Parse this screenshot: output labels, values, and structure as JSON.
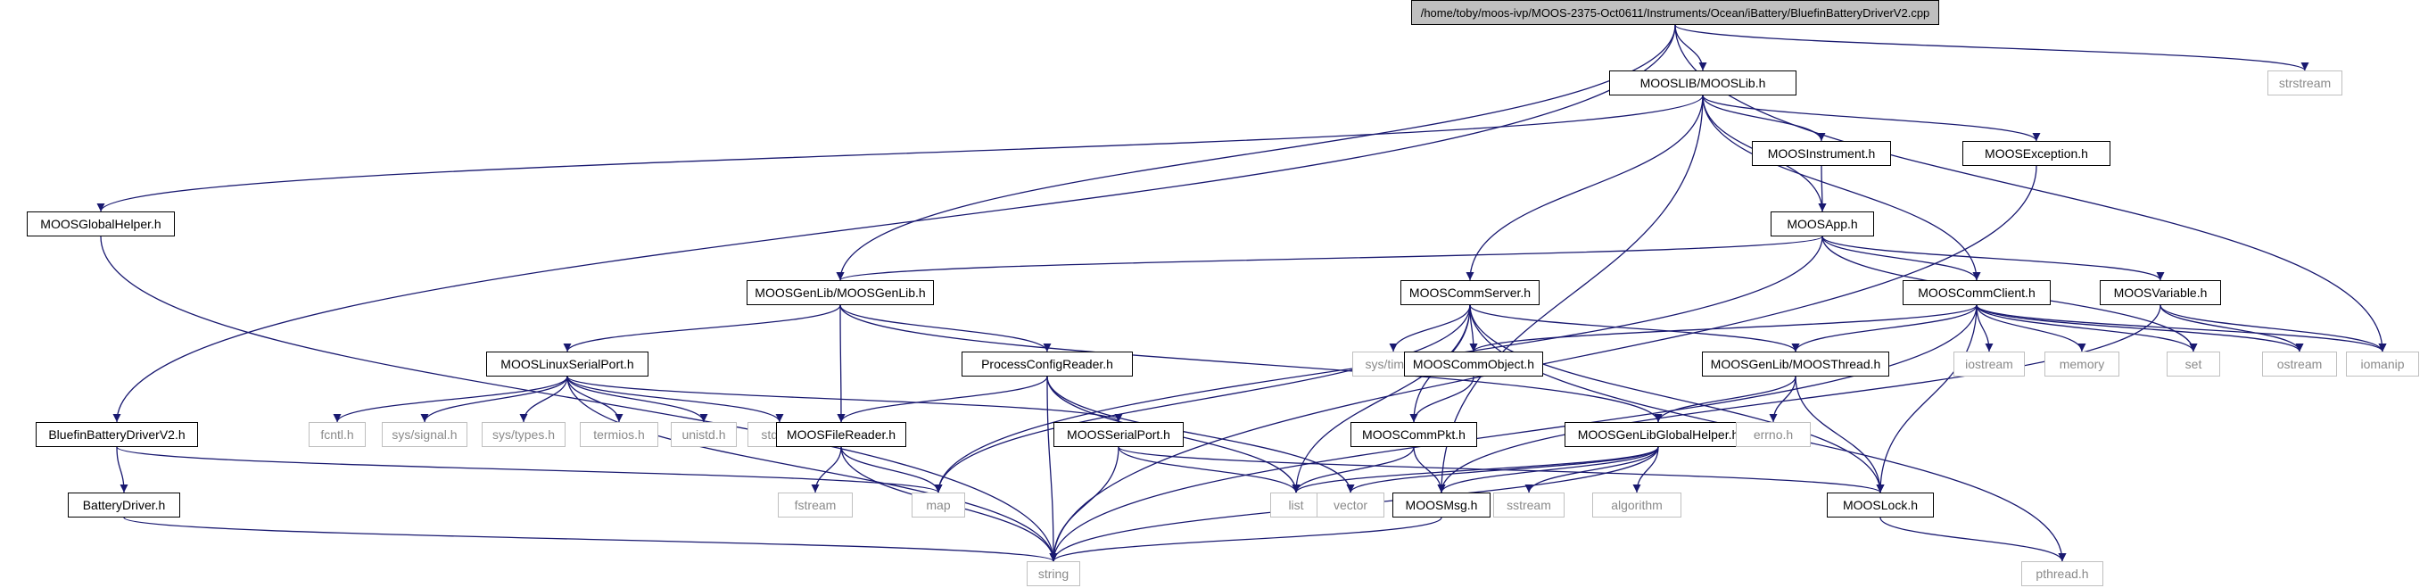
{
  "diagram": {
    "edge_color": "#191970",
    "project_border_color": "#000000",
    "system_border_color": "#bfbfbf",
    "system_text_color": "#8a8a8a",
    "root_fill_color": "#bfbfbf",
    "nodes": [
      {
        "id": "root",
        "label": "/home/toby/moos-ivp/MOOS-2375-Oct0611/Instruments/Ocean/iBattery/BluefinBatteryDriverV2.cpp",
        "kind": "root"
      },
      {
        "id": "mooslib",
        "label": "MOOSLIB/MOOSLib.h",
        "kind": "project"
      },
      {
        "id": "strstream",
        "label": "strstream",
        "kind": "system"
      },
      {
        "id": "moosinstrument",
        "label": "MOOSInstrument.h",
        "kind": "project"
      },
      {
        "id": "moosexception",
        "label": "MOOSException.h",
        "kind": "project"
      },
      {
        "id": "moosglobalhelper",
        "label": "MOOSGlobalHelper.h",
        "kind": "project"
      },
      {
        "id": "moosapp",
        "label": "MOOSApp.h",
        "kind": "project"
      },
      {
        "id": "moosgenlib",
        "label": "MOOSGenLib/MOOSGenLib.h",
        "kind": "project"
      },
      {
        "id": "mooscommserver",
        "label": "MOOSCommServer.h",
        "kind": "project"
      },
      {
        "id": "mooscommclient",
        "label": "MOOSCommClient.h",
        "kind": "project"
      },
      {
        "id": "moosvariable",
        "label": "MOOSVariable.h",
        "kind": "project"
      },
      {
        "id": "mooslinuxserial",
        "label": "MOOSLinuxSerialPort.h",
        "kind": "project"
      },
      {
        "id": "processconfig",
        "label": "ProcessConfigReader.h",
        "kind": "project"
      },
      {
        "id": "systime",
        "label": "sys/time.h",
        "kind": "system"
      },
      {
        "id": "mooscommobject",
        "label": "MOOSCommObject.h",
        "kind": "project"
      },
      {
        "id": "moosthread",
        "label": "MOOSGenLib/MOOSThread.h",
        "kind": "project"
      },
      {
        "id": "iostream",
        "label": "iostream",
        "kind": "system"
      },
      {
        "id": "memory",
        "label": "memory",
        "kind": "system"
      },
      {
        "id": "set",
        "label": "set",
        "kind": "system"
      },
      {
        "id": "ostream",
        "label": "ostream",
        "kind": "system"
      },
      {
        "id": "iomanip",
        "label": "iomanip",
        "kind": "system"
      },
      {
        "id": "bluefinh",
        "label": "BluefinBatteryDriverV2.h",
        "kind": "project"
      },
      {
        "id": "fcntl",
        "label": "fcntl.h",
        "kind": "system"
      },
      {
        "id": "syssignal",
        "label": "sys/signal.h",
        "kind": "system"
      },
      {
        "id": "systypes",
        "label": "sys/types.h",
        "kind": "system"
      },
      {
        "id": "termios",
        "label": "termios.h",
        "kind": "system"
      },
      {
        "id": "unistd",
        "label": "unistd.h",
        "kind": "system"
      },
      {
        "id": "stdio",
        "label": "stdio.h",
        "kind": "system"
      },
      {
        "id": "moosfilereader",
        "label": "MOOSFileReader.h",
        "kind": "project"
      },
      {
        "id": "moosserialport",
        "label": "MOOSSerialPort.h",
        "kind": "project"
      },
      {
        "id": "mooscommpkt",
        "label": "MOOSCommPkt.h",
        "kind": "project"
      },
      {
        "id": "moosgenlibglobal",
        "label": "MOOSGenLibGlobalHelper.h",
        "kind": "project"
      },
      {
        "id": "errno",
        "label": "errno.h",
        "kind": "system"
      },
      {
        "id": "batterydriver",
        "label": "BatteryDriver.h",
        "kind": "project"
      },
      {
        "id": "fstream",
        "label": "fstream",
        "kind": "system"
      },
      {
        "id": "map",
        "label": "map",
        "kind": "system"
      },
      {
        "id": "list",
        "label": "list",
        "kind": "system"
      },
      {
        "id": "vector",
        "label": "vector",
        "kind": "system"
      },
      {
        "id": "moosmsg",
        "label": "MOOSMsg.h",
        "kind": "project"
      },
      {
        "id": "sstream",
        "label": "sstream",
        "kind": "system"
      },
      {
        "id": "algorithm",
        "label": "algorithm",
        "kind": "system"
      },
      {
        "id": "mooslock",
        "label": "MOOSLock.h",
        "kind": "project"
      },
      {
        "id": "string",
        "label": "string",
        "kind": "system"
      },
      {
        "id": "pthread",
        "label": "pthread.h",
        "kind": "system"
      }
    ],
    "edges": [
      [
        "root",
        "mooslib"
      ],
      [
        "root",
        "strstream"
      ],
      [
        "root",
        "iomanip"
      ],
      [
        "root",
        "moosgenlib"
      ],
      [
        "root",
        "bluefinh"
      ],
      [
        "mooslib",
        "moosinstrument"
      ],
      [
        "mooslib",
        "moosexception"
      ],
      [
        "mooslib",
        "moosglobalhelper"
      ],
      [
        "mooslib",
        "moosapp"
      ],
      [
        "mooslib",
        "mooscommserver"
      ],
      [
        "mooslib",
        "mooscommclient"
      ],
      [
        "mooslib",
        "moosmsg"
      ],
      [
        "moosinstrument",
        "moosapp"
      ],
      [
        "moosexception",
        "string"
      ],
      [
        "moosglobalhelper",
        "string"
      ],
      [
        "moosapp",
        "moosgenlib"
      ],
      [
        "moosapp",
        "mooscommclient"
      ],
      [
        "moosapp",
        "moosvariable"
      ],
      [
        "moosapp",
        "map"
      ],
      [
        "moosapp",
        "set"
      ],
      [
        "moosgenlib",
        "mooslinuxserial"
      ],
      [
        "moosgenlib",
        "processconfig"
      ],
      [
        "moosgenlib",
        "moosfilereader"
      ],
      [
        "moosgenlib",
        "moosgenlibglobal"
      ],
      [
        "mooscommserver",
        "systime"
      ],
      [
        "mooscommserver",
        "mooscommobject"
      ],
      [
        "mooscommserver",
        "moosthread"
      ],
      [
        "mooscommserver",
        "mooscommpkt"
      ],
      [
        "mooscommserver",
        "list"
      ],
      [
        "mooscommserver",
        "map"
      ],
      [
        "mooscommserver",
        "mooslock"
      ],
      [
        "mooscommserver",
        "pthread"
      ],
      [
        "mooscommclient",
        "mooscommobject"
      ],
      [
        "mooscommclient",
        "moosthread"
      ],
      [
        "mooscommclient",
        "iostream"
      ],
      [
        "mooscommclient",
        "memory"
      ],
      [
        "mooscommclient",
        "set"
      ],
      [
        "mooscommclient",
        "ostream"
      ],
      [
        "mooscommclient",
        "iomanip"
      ],
      [
        "mooscommclient",
        "mooslock"
      ],
      [
        "mooscommclient",
        "string"
      ],
      [
        "moosvariable",
        "moosmsg"
      ],
      [
        "moosvariable",
        "ostream"
      ],
      [
        "moosvariable",
        "iomanip"
      ],
      [
        "mooslinuxserial",
        "fcntl"
      ],
      [
        "mooslinuxserial",
        "syssignal"
      ],
      [
        "mooslinuxserial",
        "systypes"
      ],
      [
        "mooslinuxserial",
        "termios"
      ],
      [
        "mooslinuxserial",
        "unistd"
      ],
      [
        "mooslinuxserial",
        "stdio"
      ],
      [
        "mooslinuxserial",
        "moosserialport"
      ],
      [
        "mooslinuxserial",
        "string"
      ],
      [
        "processconfig",
        "moosfilereader"
      ],
      [
        "processconfig",
        "list"
      ],
      [
        "processconfig",
        "vector"
      ],
      [
        "processconfig",
        "string"
      ],
      [
        "mooscommobject",
        "mooscommpkt"
      ],
      [
        "moosthread",
        "moosgenlibglobal"
      ],
      [
        "moosthread",
        "errno"
      ],
      [
        "moosthread",
        "mooslock"
      ],
      [
        "bluefinh",
        "batterydriver"
      ],
      [
        "bluefinh",
        "map"
      ],
      [
        "moosfilereader",
        "fstream"
      ],
      [
        "moosfilereader",
        "map"
      ],
      [
        "moosfilereader",
        "string"
      ],
      [
        "moosserialport",
        "list"
      ],
      [
        "moosserialport",
        "string"
      ],
      [
        "moosserialport",
        "mooslock"
      ],
      [
        "mooscommpkt",
        "list"
      ],
      [
        "mooscommpkt",
        "moosmsg"
      ],
      [
        "moosgenlibglobal",
        "list"
      ],
      [
        "moosgenlibglobal",
        "vector"
      ],
      [
        "moosgenlibglobal",
        "sstream"
      ],
      [
        "moosgenlibglobal",
        "algorithm"
      ],
      [
        "moosgenlibglobal",
        "string"
      ],
      [
        "moosgenlibglobal",
        "moosmsg"
      ],
      [
        "batterydriver",
        "string"
      ],
      [
        "moosmsg",
        "string"
      ],
      [
        "mooslock",
        "pthread"
      ]
    ]
  }
}
